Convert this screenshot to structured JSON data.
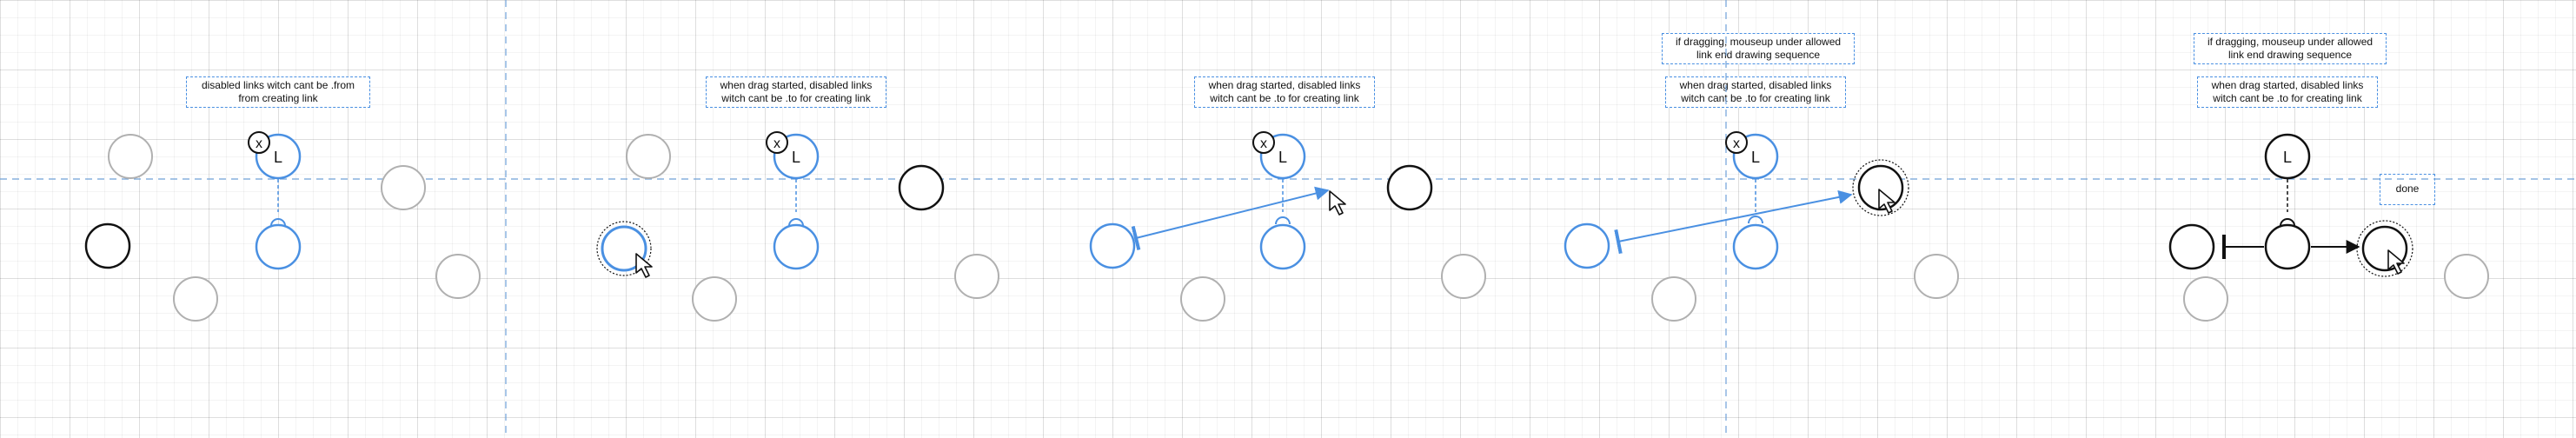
{
  "colors": {
    "accent": "#4a90e2",
    "black": "#111111",
    "gray": "#b0b0b0",
    "background": "#ffffff",
    "guide": "#6fa0d8"
  },
  "labels": {
    "l": "L",
    "x": "x",
    "disabled_from": "disabled links witch cant be .from\nfrom creating link",
    "disabled_to": "when drag started, disabled links\nwitch cant be .to for creating link",
    "mouseup_sequence": "if dragging, mouseup under allowed\nlink end drawing sequence",
    "done": "done"
  }
}
